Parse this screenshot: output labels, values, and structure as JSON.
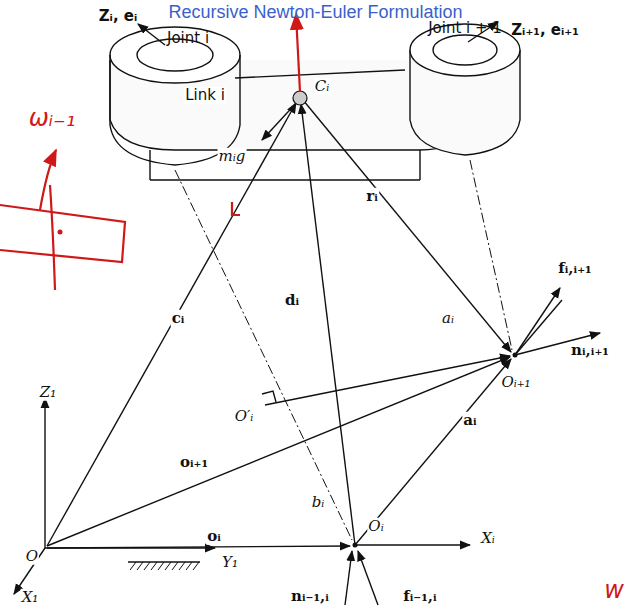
{
  "diagram": {
    "title": "Recursive Newton-Euler Formulation",
    "labels": [
      "Zᵢ, eᵢ",
      "Joint i",
      "Joint i + 1",
      "Zᵢ₊₁, eᵢ₊₁",
      "Link i",
      "Cᵢ",
      "mᵢg",
      "rᵢ",
      "ωᵢ₋₁",
      "cᵢ",
      "dᵢ",
      "fᵢ,ᵢ₊₁",
      "aᵢ",
      "nᵢ,ᵢ₊₁",
      "Oᵢ₊₁",
      "O′ᵢ",
      "aᵢ",
      "Z₁",
      "oᵢ₊₁",
      "bᵢ",
      "Xᵢ",
      "Oᵢ",
      "O",
      "oᵢ",
      "Y₁",
      "X₁",
      "nᵢ₋₁,ᵢ",
      "fᵢ₋₁,ᵢ",
      "w"
    ]
  }
}
